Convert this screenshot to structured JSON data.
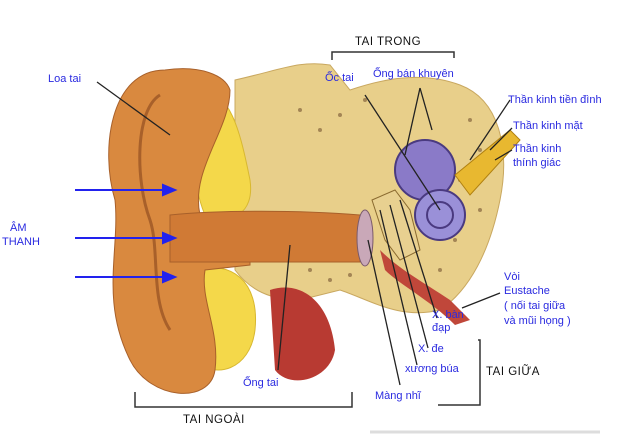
{
  "sections": {
    "inner_ear": "TAI   TRONG",
    "middle_ear": "TAI GIỮA",
    "outer_ear": "TAI   NGOÀI"
  },
  "labels": {
    "pinna": "Loa tai",
    "sound_line1": "ÂM",
    "sound_line2": "THANH",
    "cochlea": "Ốc tai",
    "semicircular_canals": "Ống bán khuyên",
    "vestibular_nerve": "Thần kinh tiền đình",
    "facial_nerve": "Thần kinh mặt",
    "auditory_nerve_line1": "Thần kinh",
    "auditory_nerve_line2": "thính giác",
    "eustachian_line1": "Vòi",
    "eustachian_line2": "Eustache",
    "eustachian_line3": "( nối tai giữa",
    "eustachian_line4": "và mũi họng )",
    "stapes_line1": "X. bàn",
    "stapes_line2": "đạp",
    "incus": "X. đe",
    "malleus": "xương búa",
    "eardrum": "Màng nhĩ",
    "ear_canal": "Ống tai"
  },
  "colors": {
    "label": "#2a2ae0",
    "arrow": "#2222ee",
    "skin": "#d9893f",
    "bone": "#e8cf8a"
  }
}
